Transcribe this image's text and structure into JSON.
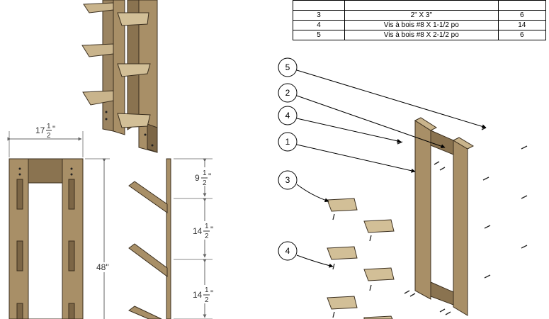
{
  "bom": {
    "rows": [
      {
        "item": "",
        "desc": "",
        "qty": ""
      },
      {
        "item": "3",
        "desc": "2\" X 3\"",
        "qty": "6"
      },
      {
        "item": "4",
        "desc": "Vis à bois #8 X 1-1/2 po",
        "qty": "14"
      },
      {
        "item": "5",
        "desc": "Vis à bois #8 X 2-1/2 po",
        "qty": "6"
      }
    ]
  },
  "dimensions": {
    "width_whole": "17",
    "height_total": "48\"",
    "spacing_top_whole": "9",
    "spacing_mid_whole": "14",
    "spacing_low_whole": "14",
    "frac_num": "1",
    "frac_den": "2",
    "inch": "\""
  },
  "balloons": [
    "5",
    "2",
    "4",
    "1",
    "3",
    "4"
  ],
  "colors": {
    "wood": "#a88f67",
    "wood_dark": "#6f5a3c",
    "wood_light": "#d2bf97",
    "line": "#000000",
    "dim_line": "#7a7a7a"
  }
}
